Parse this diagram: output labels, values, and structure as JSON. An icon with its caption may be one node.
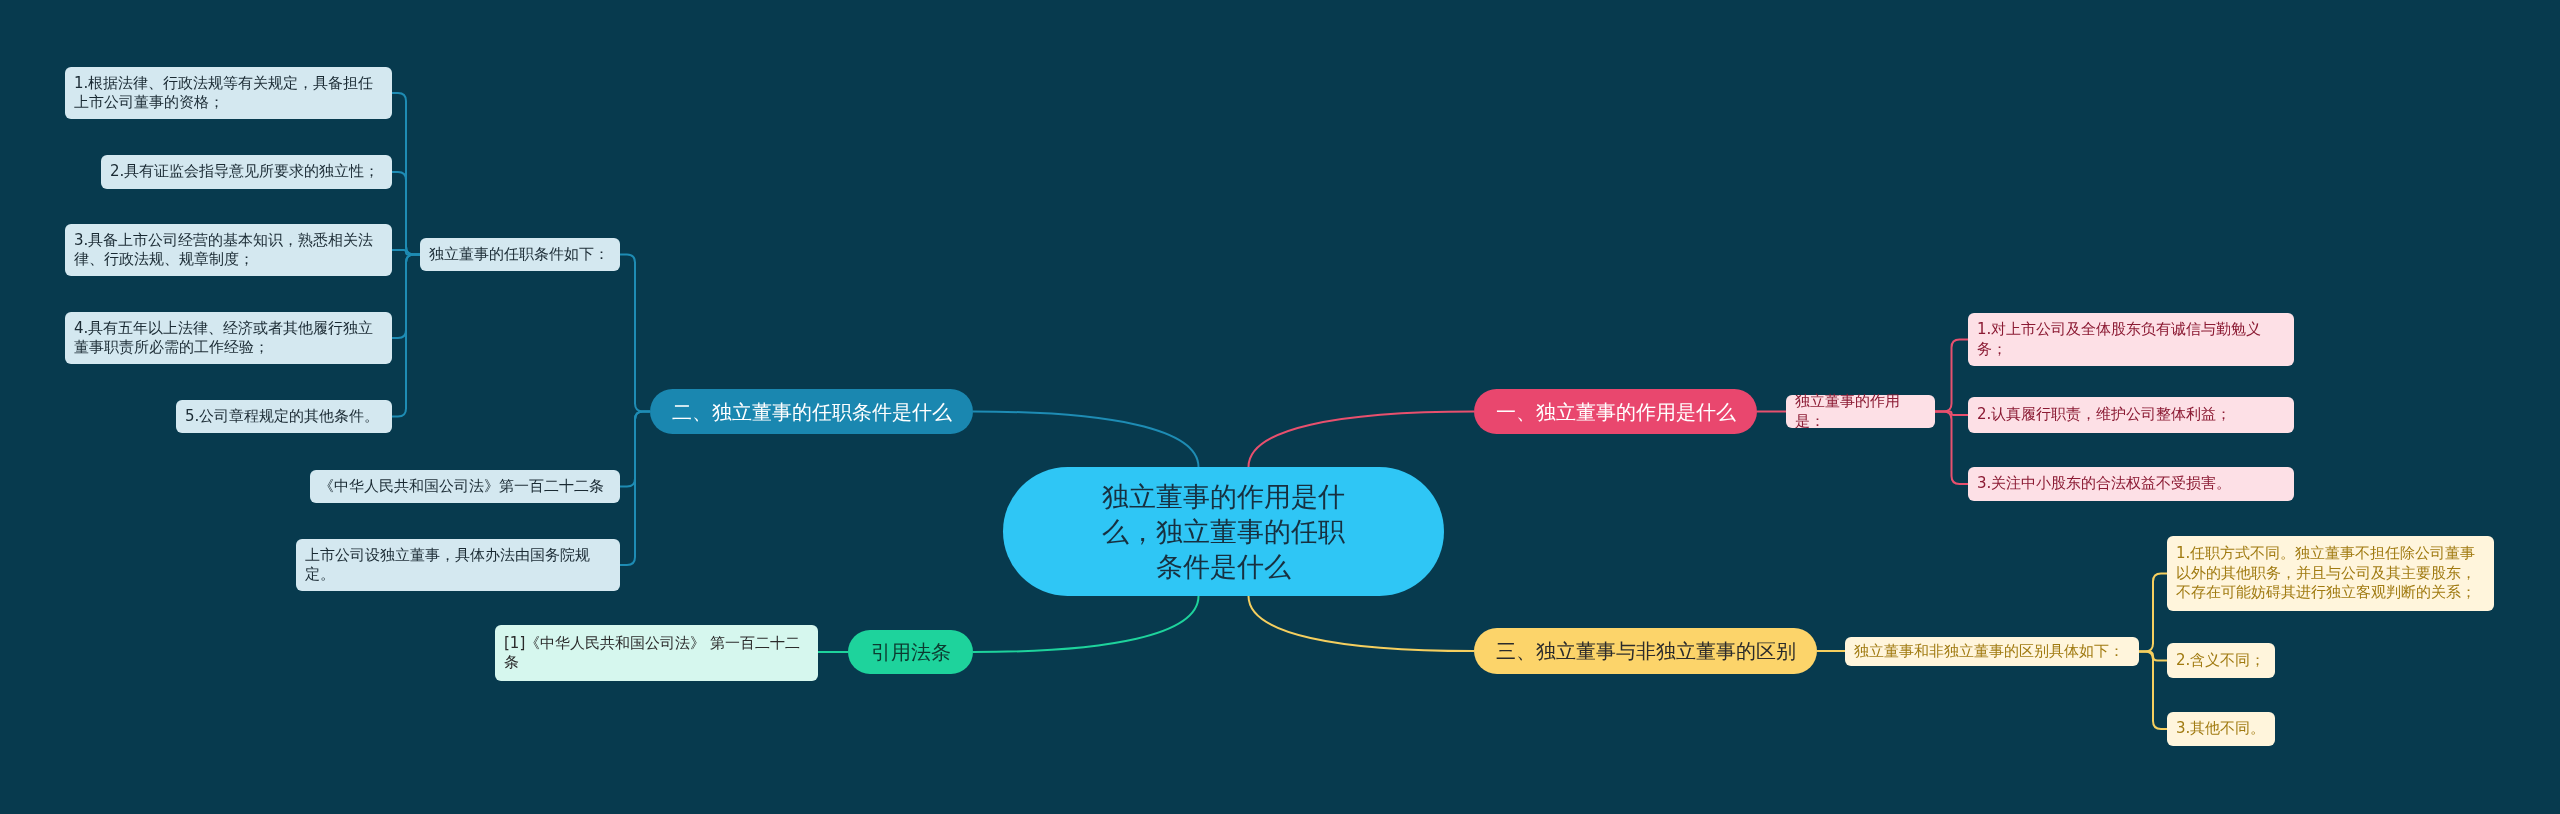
{
  "diagram": {
    "nodes": [
      {
        "text": [
          "独立董事的作用是什么，独立董事的任职条件是什么"
        ]
      },
      {
        "text": [
          "一、独立董事的作用是什么"
        ]
      },
      {
        "text": [
          "独立董事的作用是："
        ]
      },
      {
        "text": [
          "1.对上市公司及全体股东负有诚信与勤勉义务；"
        ]
      },
      {
        "text": [
          "2.认真履行职责，维护公司整体利益；"
        ]
      },
      {
        "text": [
          "3.关注中小股东的合法权益不受损害。"
        ]
      },
      {
        "text": [
          "二、独立董事的任职条件是什么"
        ]
      },
      {
        "text": [
          "独立董事的任职条件如下："
        ]
      },
      {
        "text": [
          "1.根据法律、行政法规等有关规定，具备担任上市公司董事的资格；"
        ]
      },
      {
        "text": [
          "2.具有证监会指导意见所要求的独立性；"
        ]
      },
      {
        "text": [
          "3.具备上市公司经营的基本知识，熟悉相关法律、行政法规、规章制度；"
        ]
      },
      {
        "text": [
          "4.具有五年以上法律、经济或者其他履行独立董事职责所必需的工作经验；"
        ]
      },
      {
        "text": [
          "5.公司章程规定的其他条件。"
        ]
      },
      {
        "text": [
          "《中华人民共和国公司法》第一百二十二条"
        ]
      },
      {
        "text": [
          "上市公司设独立董事，具体办法由国务院规定。"
        ]
      },
      {
        "text": [
          "三、独立董事与非独立董事的区别"
        ]
      },
      {
        "text": [
          "独立董事和非独立董事的区别具体如下："
        ]
      },
      {
        "text": [
          "1.任职方式不同。独立董事不担任除公司董事以外的其他职务，并且与公司及其主要股东，不存在可能妨碍其进行独立客观判断的关系；"
        ]
      },
      {
        "text": [
          "2.含义不同；"
        ]
      },
      {
        "text": [
          "3.其他不同。"
        ]
      },
      {
        "text": [
          "引用法条"
        ]
      },
      {
        "text": [
          "[1]《中华人民共和国公司法》 第一百二十二条"
        ]
      }
    ],
    "edges": [
      {
        "from": 0,
        "to": 1,
        "arrow": "none",
        "color": "#e8506e"
      },
      {
        "from": 1,
        "to": 2,
        "arrow": "none",
        "color": "#e8506e"
      },
      {
        "from": 2,
        "to": 3,
        "arrow": "none",
        "color": "#e8506e"
      },
      {
        "from": 2,
        "to": 4,
        "arrow": "none",
        "color": "#e8506e"
      },
      {
        "from": 2,
        "to": 5,
        "arrow": "none",
        "color": "#e8506e"
      },
      {
        "from": 0,
        "to": 6,
        "arrow": "none"
      },
      {
        "from": 6,
        "to": 7,
        "arrow": "none"
      },
      {
        "from": 7,
        "to": 8,
        "arrow": "none"
      },
      {
        "from": 7,
        "to": 9,
        "arrow": "none"
      },
      {
        "from": 7,
        "to": 10,
        "arrow": "none"
      },
      {
        "from": 7,
        "to": 11,
        "arrow": "none"
      },
      {
        "from": 7,
        "to": 12,
        "arrow": "none"
      },
      {
        "from": 6,
        "to": 13,
        "arrow": "none"
      },
      {
        "from": 6,
        "to": 14,
        "arrow": "none"
      },
      {
        "from": 0,
        "to": 15,
        "arrow": "none",
        "color": "#f5cf5f"
      },
      {
        "from": 15,
        "to": 16,
        "arrow": "none",
        "color": "#f5cf5f"
      },
      {
        "from": 16,
        "to": 17,
        "arrow": "none",
        "color": "#f5cf5f"
      },
      {
        "from": 16,
        "to": 18,
        "arrow": "none",
        "color": "#f5cf5f"
      },
      {
        "from": 16,
        "to": 19,
        "arrow": "none",
        "color": "#f5cf5f"
      },
      {
        "from": 0,
        "to": 20,
        "arrow": "none",
        "color": "#1ed39c"
      },
      {
        "from": 20,
        "to": 21,
        "arrow": "none",
        "color": "#1ed39c"
      }
    ]
  }
}
